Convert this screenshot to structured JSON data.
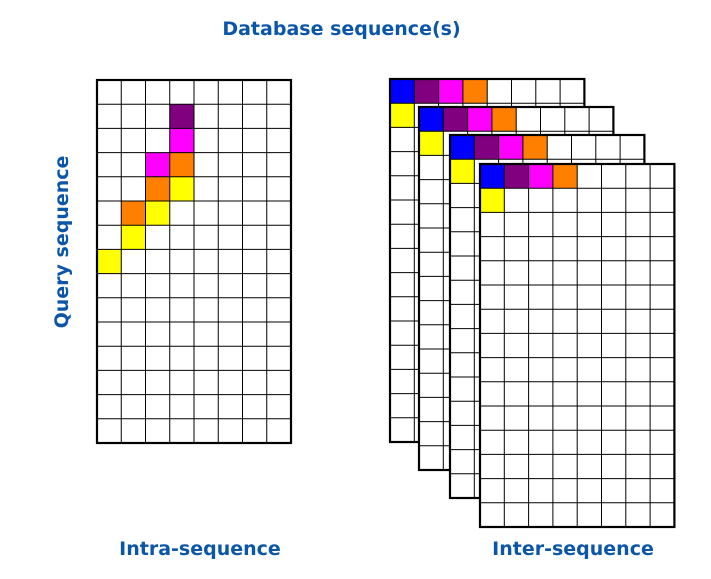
{
  "title": "Database sequence(s)",
  "y_label": "Query sequence",
  "left_caption": "Intra-sequence",
  "right_caption": "Inter-sequence",
  "colors": {
    "wave": [
      "#0000ff",
      "#800080",
      "#ff00ff",
      "#ff8000",
      "#ffff00"
    ],
    "grid_line": "#000000",
    "cell_bg": "#ffffff",
    "text": "#0b56a8"
  },
  "intra_grid": {
    "columns": 8,
    "rows": 15
  },
  "inter_grids": {
    "count": 4,
    "columns": 8,
    "rows": 15
  }
}
